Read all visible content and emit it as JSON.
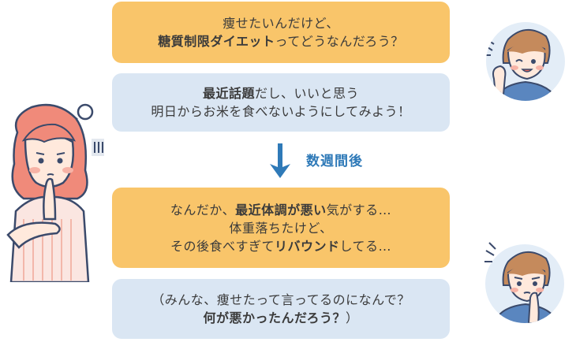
{
  "bubble1": {
    "line1": "痩せたいんだけど、",
    "line2_bold": "糖質制限ダイエット",
    "line2_rest": "ってどうなんだろう？"
  },
  "bubble2": {
    "line1_bold": "最近話題",
    "line1_rest": "だし、いいと思う",
    "line2": "明日からお米を食べないようにしてみよう！"
  },
  "arrow_label": "数週間後",
  "bubble3": {
    "line1_a": "なんだか、",
    "line1_bold": "最近体調が悪い",
    "line1_b": "気がする…",
    "line2": "体重落ちたけど、",
    "line3_a": "その後食べすぎて",
    "line3_bold": "リバウンド",
    "line3_b": "してる…"
  },
  "bubble4": {
    "line1": "（みんな、痩せたって言ってるのになんで？",
    "line2_bold": "何が悪かったんだろう？",
    "line2_rest": "）"
  },
  "colors": {
    "orange_bubble": "#f9c56a",
    "blue_bubble": "#dae6f3",
    "accent_blue": "#2f7ab8",
    "hair_pink": "#f08a7a"
  },
  "icons": {
    "arrow": "down-arrow-icon",
    "woman": "woman-thinking-illustration",
    "nurse_happy": "nurse-smiling-illustration",
    "nurse_worried": "nurse-worried-illustration"
  }
}
